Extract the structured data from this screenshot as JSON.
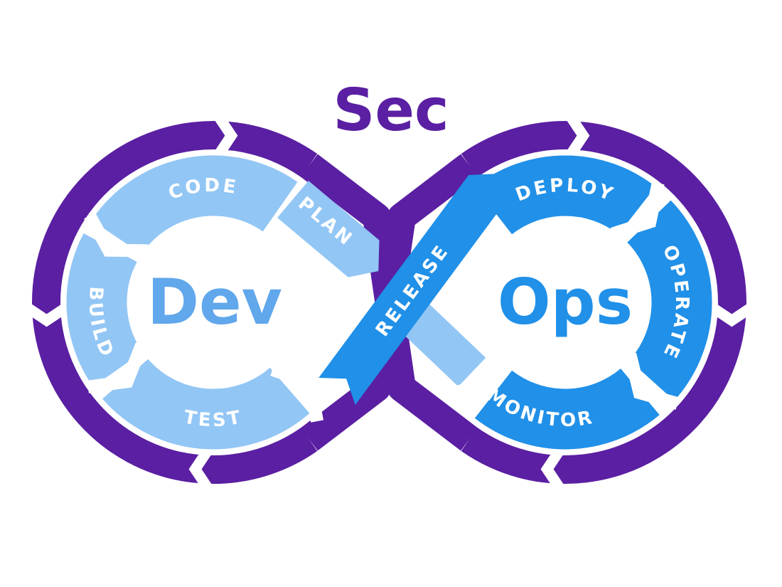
{
  "diagram": {
    "title_overlay": "Sec",
    "left_loop": {
      "label": "Dev",
      "segments": [
        "CODE",
        "BUILD",
        "TEST",
        "PLAN"
      ]
    },
    "right_loop": {
      "label": "Ops",
      "segments": [
        "DEPLOY",
        "OPERATE",
        "MONITOR"
      ]
    },
    "crossover": "RELEASE"
  },
  "colors": {
    "purple": "#5a1fa2",
    "light_blue": "#92c6f5",
    "blue": "#2090e8",
    "dev_text": "#60a7ec",
    "label_text": "#ffffff",
    "background": "#ffffff"
  }
}
